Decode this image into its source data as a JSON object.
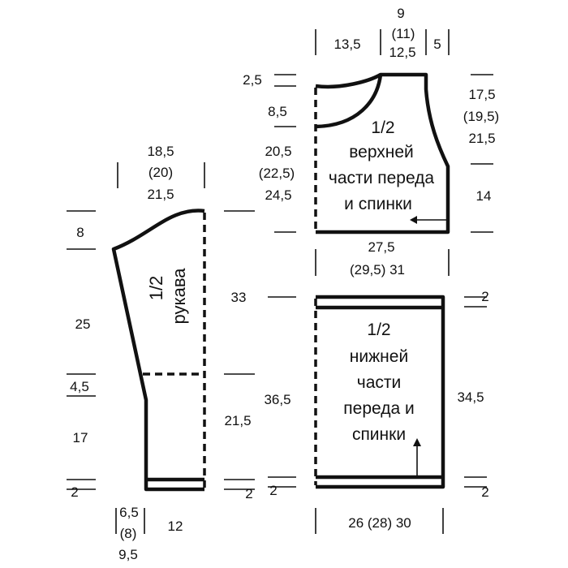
{
  "upper_part": {
    "label_lines": [
      "1/2",
      "верхней",
      "части переда",
      "и спинки"
    ],
    "width_neck": "13,5",
    "width_top_lines": [
      "9",
      "(11)",
      "12,5"
    ],
    "width_shoulder": "5",
    "left_h_neck_back": "2,5",
    "left_h_neck_front": "8,5",
    "left_h_rest_lines": [
      "20,5",
      "(22,5)",
      "24,5"
    ],
    "right_h_armhole_lines": [
      "17,5",
      "(19,5)",
      "21,5"
    ],
    "right_h_side": "14",
    "bottom_width_lines": [
      "27,5",
      "(29,5)  31"
    ]
  },
  "lower_part": {
    "label_lines": [
      "1/2",
      "нижней",
      "части",
      "переда и",
      "спинки"
    ],
    "left_h_top": "33",
    "left_h_main": "36,5",
    "right_h_main": "34,5",
    "rib_top": "2",
    "rib_bottom_left": "2",
    "rib_bottom_right": "2",
    "bottom_width": "26  (28)  30"
  },
  "sleeve": {
    "label_lines": [
      "1/2",
      "рукава"
    ],
    "top_width_lines": [
      "18,5",
      "(20)",
      "21,5"
    ],
    "h_cap": "8",
    "h_upper": "25",
    "h_mid": "4,5",
    "h_lower": "17",
    "rib_left": "2",
    "rib_right": "2",
    "right_h_lower": "21,5",
    "cuff_lines": [
      "6,5",
      "(8)",
      "9,5"
    ],
    "cuff_right": "12"
  }
}
